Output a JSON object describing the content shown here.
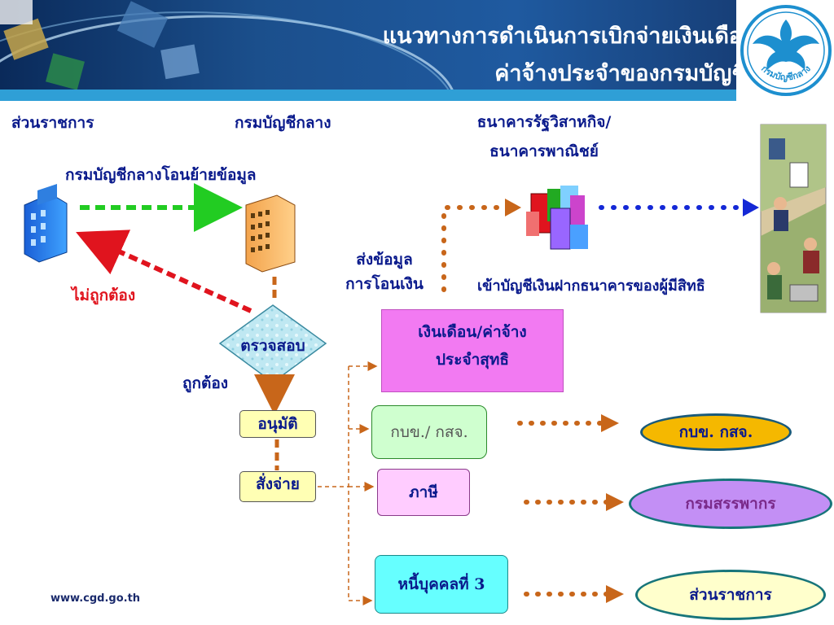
{
  "header": {
    "title_line1": "แนวทางการดำเนินการเบิกจ่ายเงินเดือนและ",
    "title_line2": "ค่าจ้างประจำของกรมบัญชีกลาง",
    "logo_text": "กรมบัญชีกลาง"
  },
  "labels": {
    "agency": "ส่วนราชการ",
    "cgd": "กรมบัญชีกลาง",
    "bank_line1": "ธนาคารรัฐวิสาหกิจ/",
    "bank_line2": "ธนาคารพาณิชย์",
    "transfer_data": "กรมบัญชีกลางโอนย้ายข้อมูล",
    "incorrect": "ไม่ถูกต้อง",
    "send_line1": "ส่งข้อมูล",
    "send_line2": "การโอนเงิน",
    "deposit": "เข้าบัญชีเงินฝากธนาคารของผู้มีสิทธิ",
    "check": "ตรวจสอบ",
    "correct": "ถูกต้อง",
    "approve": "อนุมัติ",
    "order_pay": "สั่งจ่าย"
  },
  "boxes": {
    "net_salary_line1": "เงินเดือน/ค่าจ้าง",
    "net_salary_line2": "ประจำสุทธิ",
    "gpf": "กบข./ กสจ.",
    "tax": "ภาษี",
    "third_party": "หนี้บุคคลที่ 3"
  },
  "destinations": {
    "gpf": "กบข. กสจ.",
    "revenue": "กรมสรรพากร",
    "agency": "ส่วนราชการ"
  },
  "footer": {
    "url": "www.cgd.go.th"
  },
  "colors": {
    "label_blue": "#0a1a8c",
    "error_red": "#e0141e",
    "green_arrow": "#22cc22",
    "brown_dots": "#c8661a",
    "blue_dots": "#1428d6",
    "magenta_box": "#f27af2",
    "green_box": "#cfffcf",
    "pink_box": "#ffccff",
    "cyan_box": "#66ffff",
    "gold_oval": "#f5b800",
    "purple_oval": "#c38ff5",
    "cream_oval": "#ffffcc"
  }
}
